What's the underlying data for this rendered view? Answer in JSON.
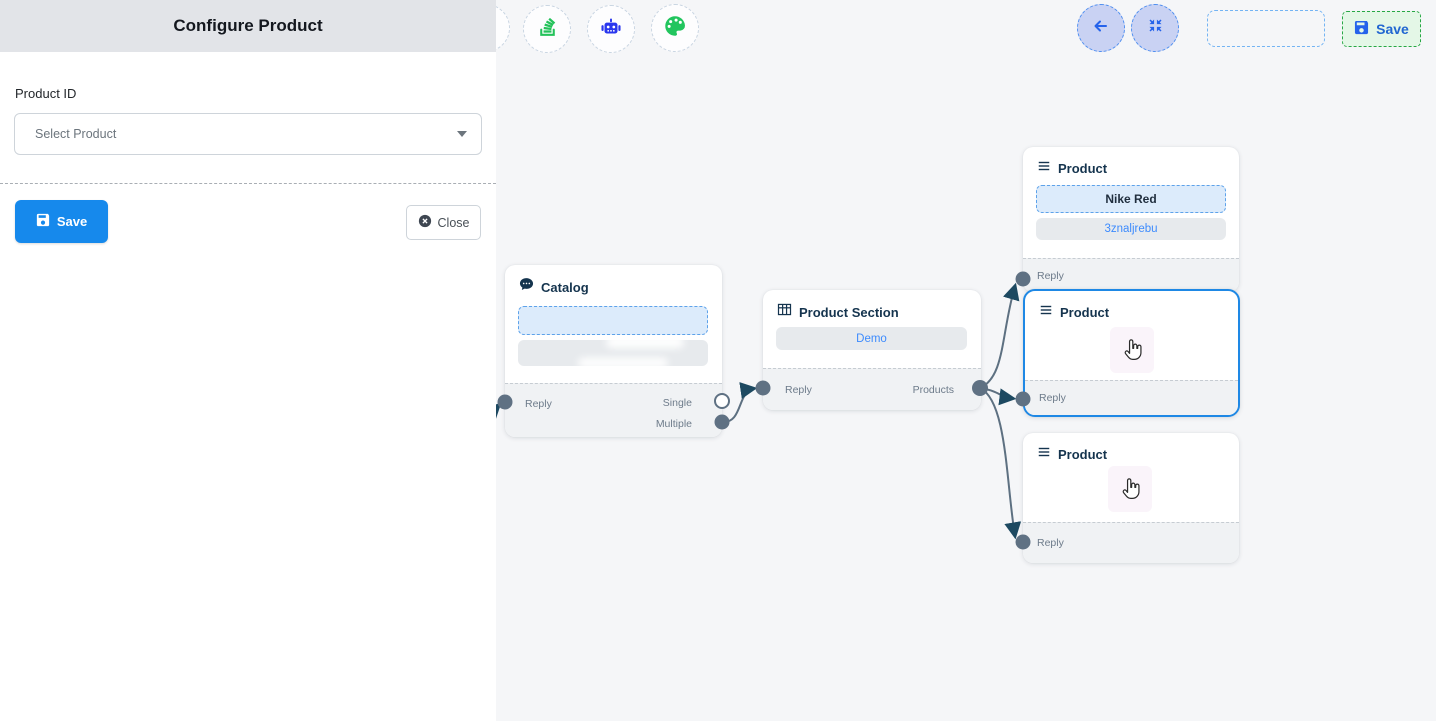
{
  "panel": {
    "title": "Configure Product",
    "product_id_label": "Product ID",
    "select_placeholder": "Select Product",
    "save_label": "Save",
    "close_label": "Close"
  },
  "toolbar": {
    "icons": [
      {
        "name": "layers-icon",
        "color": "#24c25a"
      },
      {
        "name": "robot-icon",
        "color": "#2936ee"
      },
      {
        "name": "palette-icon",
        "color": "#22c55e"
      }
    ]
  },
  "topbar": {
    "back_icon": "back-arrow-icon",
    "fit_icon": "compress-icon",
    "save_label": "Save"
  },
  "nodes": {
    "catalog": {
      "title": "Catalog",
      "ports": {
        "reply": "Reply",
        "single": "Single",
        "multiple": "Multiple"
      }
    },
    "product_section": {
      "title": "Product Section",
      "demo_label": "Demo",
      "ports": {
        "reply": "Reply",
        "products": "Products"
      }
    },
    "product_top": {
      "title": "Product",
      "name_value": "Nike Red",
      "id_value": "3znaljrebu",
      "ports": {
        "reply": "Reply"
      }
    },
    "product_selected": {
      "title": "Product",
      "ports": {
        "reply": "Reply"
      }
    },
    "product_bottom": {
      "title": "Product",
      "ports": {
        "reply": "Reply"
      }
    }
  },
  "colors": {
    "accent_blue": "#1689ec",
    "link_blue": "#3d8bfd",
    "selected_border": "#1e88e5",
    "edge": "#5d7081",
    "arrowhead": "#1d4961",
    "green_save_border": "#28a745",
    "canvas_bg": "#f5f6f8",
    "panel_header_bg": "#e2e4e8"
  }
}
